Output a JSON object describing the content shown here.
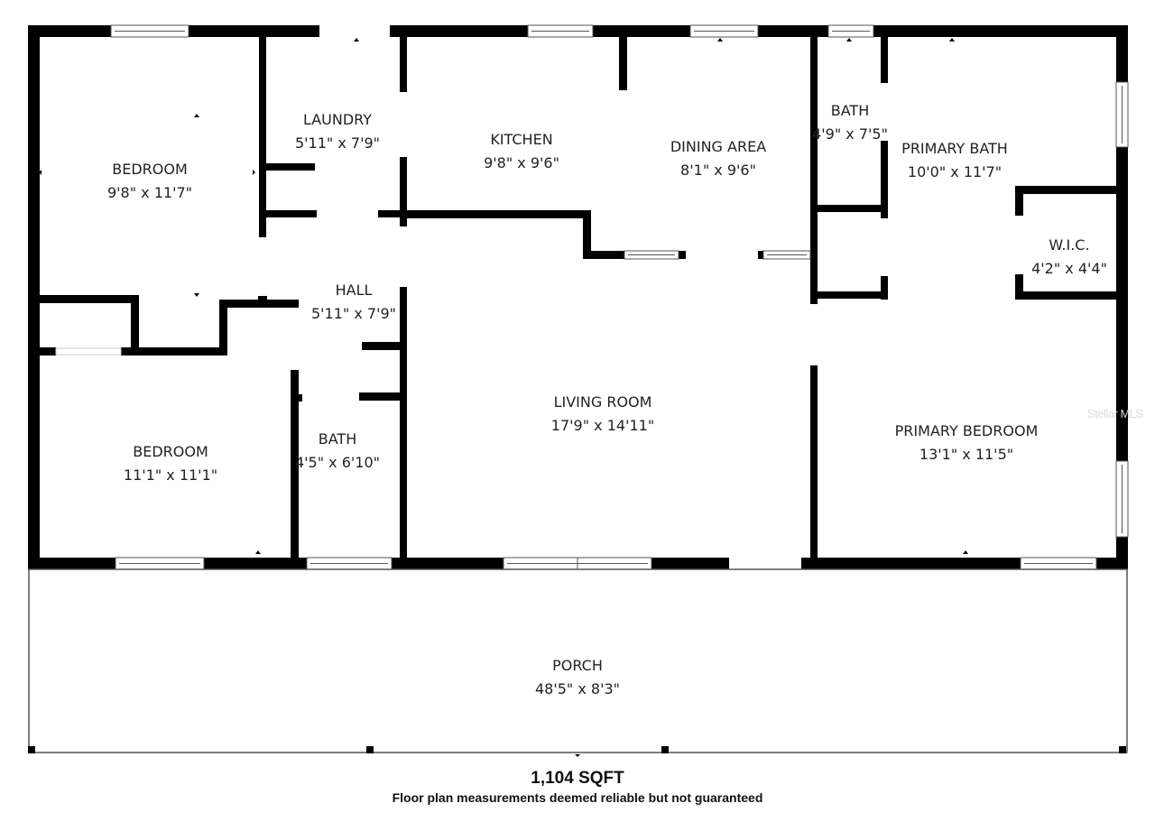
{
  "floorplan": {
    "total_area": "1,104 SQFT",
    "disclaimer": "Floor plan measurements deemed reliable but not guaranteed",
    "watermark": "Stellar MLS",
    "wall_color": "#000000",
    "background_color": "#ffffff",
    "rooms": [
      {
        "name": "BEDROOM",
        "dimensions": "9'8\" x 11'7\""
      },
      {
        "name": "LAUNDRY",
        "dimensions": "5'11\" x 7'9\""
      },
      {
        "name": "KITCHEN",
        "dimensions": "9'8\" x 9'6\""
      },
      {
        "name": "DINING AREA",
        "dimensions": "8'1\" x 9'6\""
      },
      {
        "name": "BATH",
        "dimensions": "4'9\" x 7'5\""
      },
      {
        "name": "PRIMARY BATH",
        "dimensions": "10'0\" x 11'7\""
      },
      {
        "name": "W.I.C.",
        "dimensions": "4'2\" x 4'4\""
      },
      {
        "name": "HALL",
        "dimensions": "5'11\" x 7'9\""
      },
      {
        "name": "LIVING ROOM",
        "dimensions": "17'9\" x 14'11\""
      },
      {
        "name": "PRIMARY BEDROOM",
        "dimensions": "13'1\" x 11'5\""
      },
      {
        "name": "BEDROOM",
        "dimensions": "11'1\" x 11'1\""
      },
      {
        "name": "BATH",
        "dimensions": "4'5\" x 6'10\""
      },
      {
        "name": "PORCH",
        "dimensions": "48'5\" x 8'3\""
      }
    ]
  }
}
